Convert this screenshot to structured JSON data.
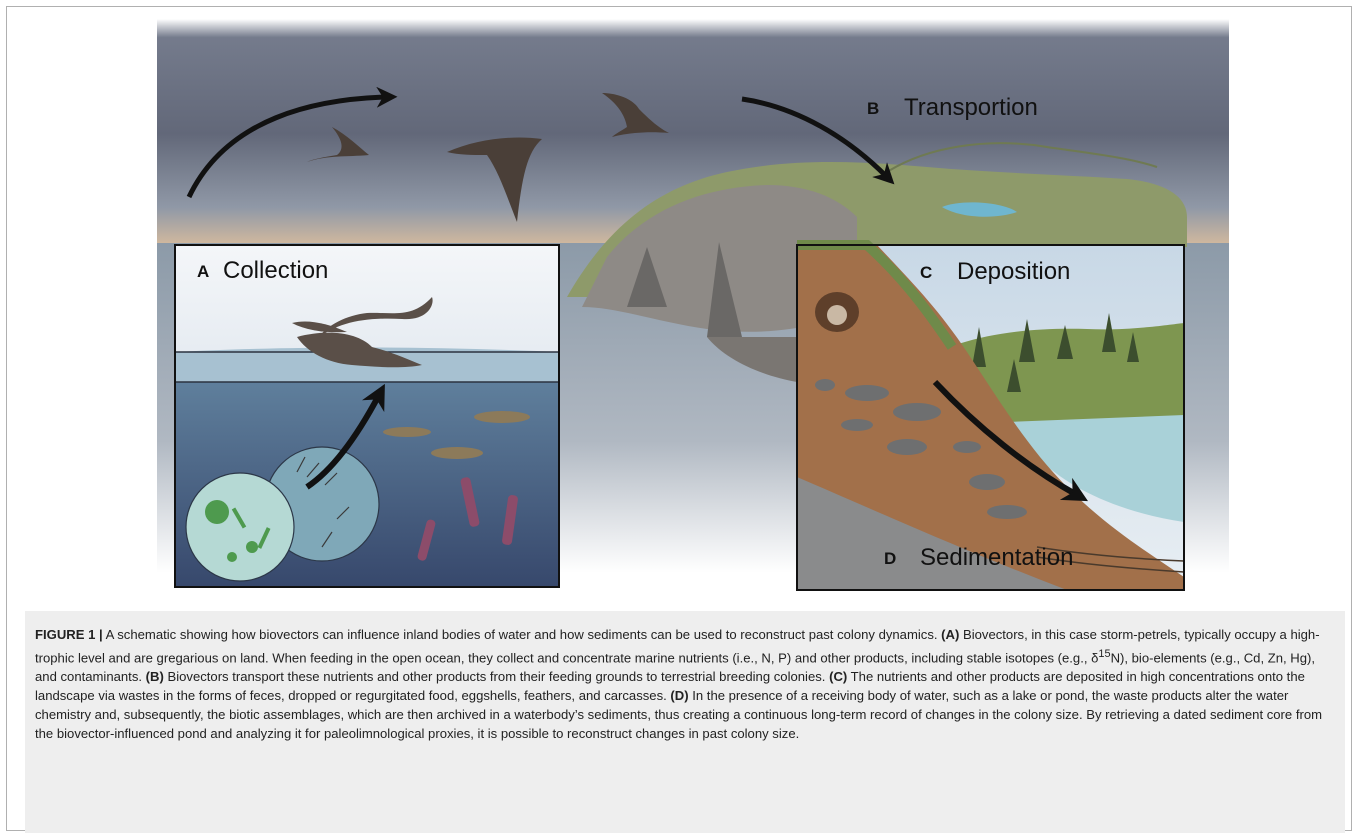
{
  "panels": {
    "a": {
      "letter": "A",
      "title": "Collection"
    },
    "b": {
      "letter": "B",
      "title": "Transportion"
    },
    "c": {
      "letter": "C",
      "title": "Deposition"
    },
    "d": {
      "letter": "D",
      "title": "Sedimentation"
    }
  },
  "caption": {
    "label": "FIGURE 1 |",
    "intro": " A schematic showing how biovectors can influence inland bodies of water and how sediments can be used to reconstruct past colony dynamics.",
    "a_label": "(A)",
    "a_text": " Biovectors, in this case storm-petrels, typically occupy a high-trophic level and are gregarious on land. When feeding in the open ocean, they collect and concentrate marine nutrients (i.e., N, P) and other products, including stable isotopes (e.g., δ",
    "a_sup": "15",
    "a_text2": "N), bio-elements (e.g., Cd, Zn, Hg), and contaminants.",
    "b_label": "(B)",
    "b_text": " Biovectors transport these nutrients and other products from their feeding grounds to terrestrial breeding colonies.",
    "c_label": "(C)",
    "c_text": " The nutrients and other products are deposited in high concentrations onto the landscape via wastes in the forms of feces, dropped or regurgitated food, eggshells, feathers, and carcasses.",
    "d_label": "(D)",
    "d_text": " In the presence of a receiving body of water, such as a lake or pond, the waste products alter the water chemistry and, subsequently, the biotic assemblages, which are then archived in a waterbody’s sediments, thus creating a continuous long-term record of changes in the colony size. By retrieving a dated sediment core from the biovector-influenced pond and analyzing it for paleolimnological proxies, it is possible to reconstruct changes in past colony size."
  },
  "colors": {
    "sky": "#5d6678",
    "sea": "#7f8fa0",
    "land": "#8a9a6a",
    "sediment": "#9a6a44",
    "arrow": "#111111"
  }
}
